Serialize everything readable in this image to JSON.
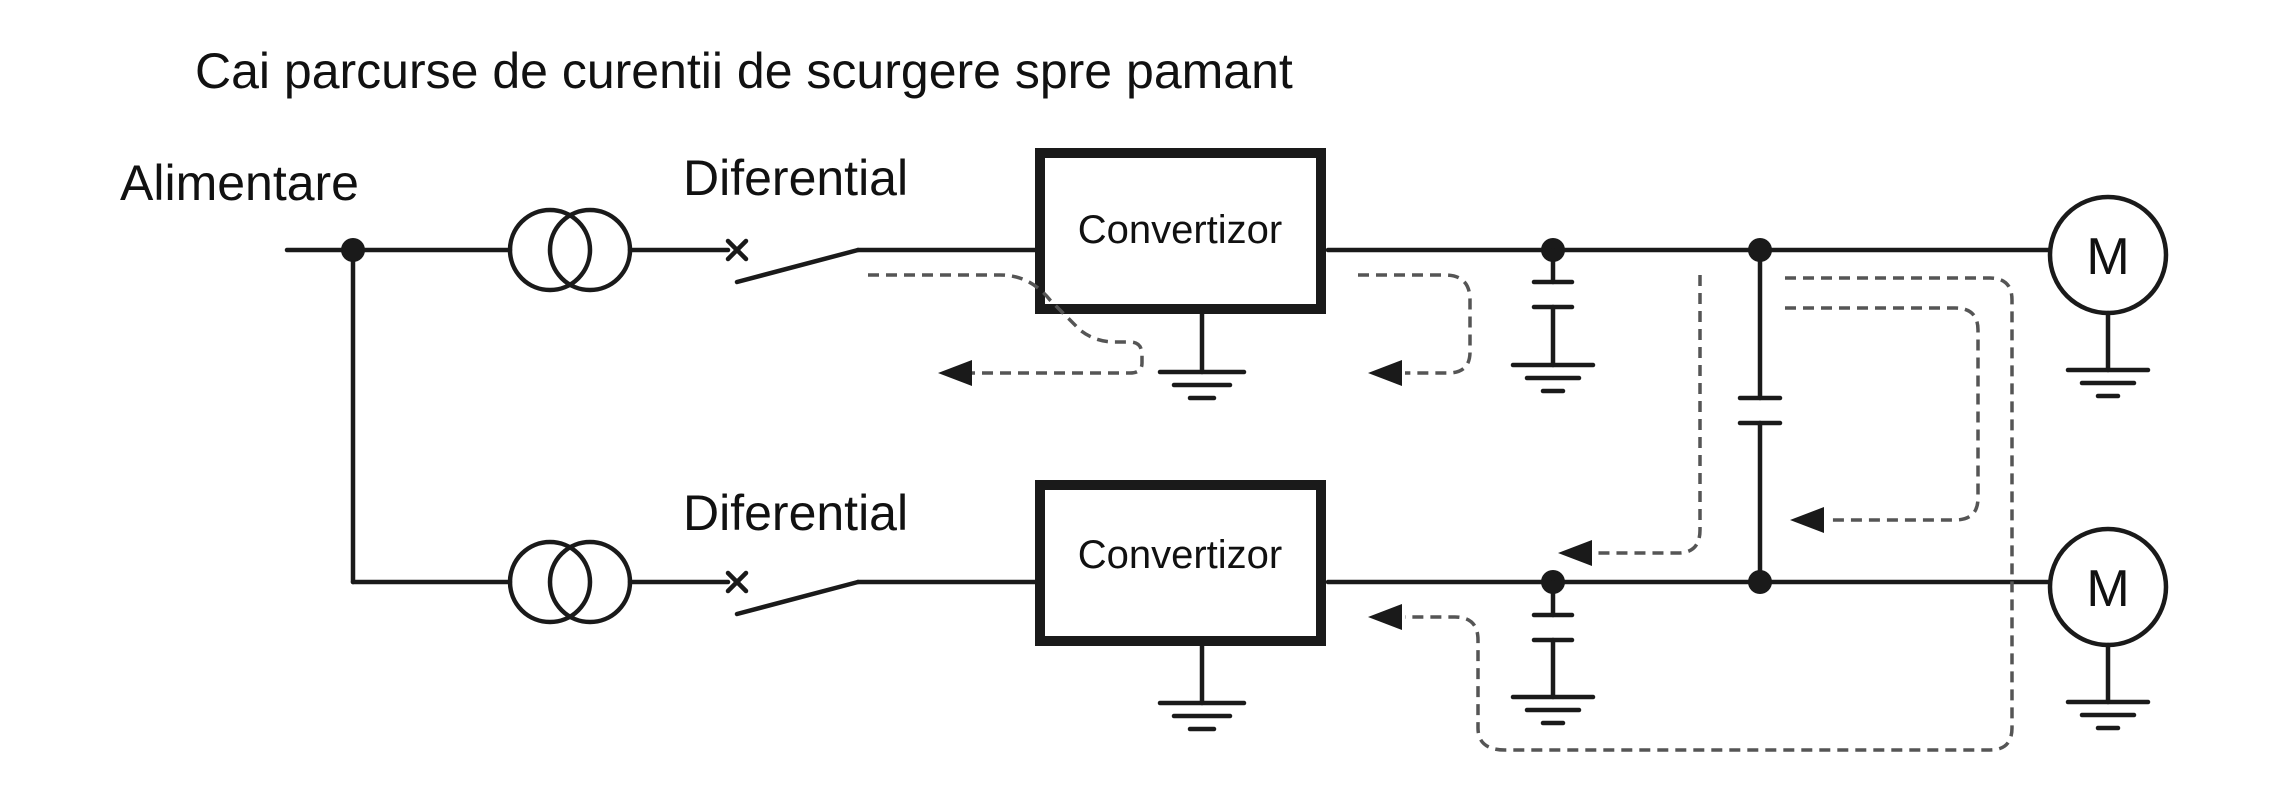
{
  "diagram": {
    "title": "Cai parcurse de curentii de scurgere spre pamant",
    "supply_label": "Alimentare",
    "branches": [
      {
        "breaker_label": "Diferential",
        "converter_label": "Convertizor",
        "motor_label": "M"
      },
      {
        "breaker_label": "Diferential",
        "converter_label": "Convertizor",
        "motor_label": "M"
      }
    ],
    "colors": {
      "line": "#1a1a1a",
      "leakage_path": "#555555"
    }
  }
}
